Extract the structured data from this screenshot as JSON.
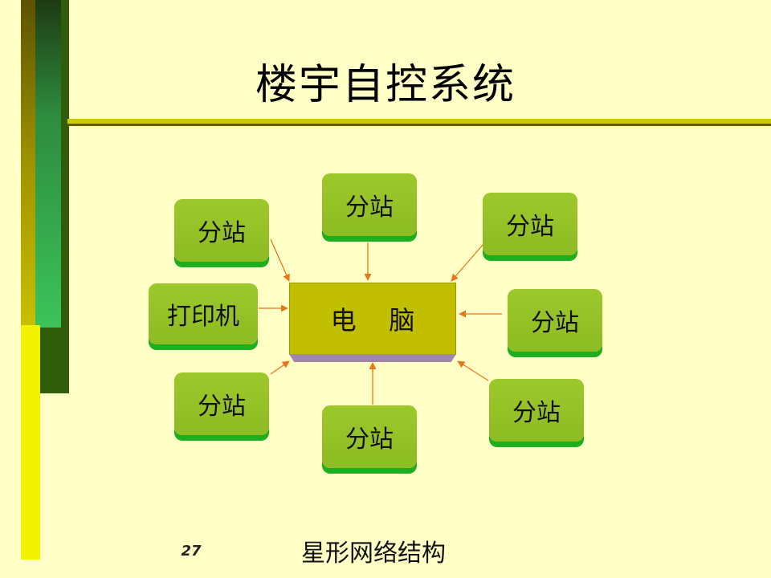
{
  "title": "楼宇自控系统",
  "caption": "星形网络结构",
  "page_number": "27",
  "center": {
    "label": "电    脑"
  },
  "nodes": [
    {
      "id": "top",
      "label": "分站"
    },
    {
      "id": "top-left",
      "label": "分站"
    },
    {
      "id": "top-right",
      "label": "分站"
    },
    {
      "id": "left",
      "label": "打印机"
    },
    {
      "id": "right",
      "label": "分站"
    },
    {
      "id": "bottom-left",
      "label": "分站"
    },
    {
      "id": "bottom-right",
      "label": "分站"
    },
    {
      "id": "bottom",
      "label": "分站"
    }
  ],
  "colors": {
    "background": "#FFFFC6",
    "node_fill": "#9DC82C",
    "node_shadow": "#1FAE1F",
    "center_fill": "#C2BE00",
    "center_base": "#A087A8",
    "arrow": "#E8751A",
    "title_rule": "#CCCC00"
  }
}
